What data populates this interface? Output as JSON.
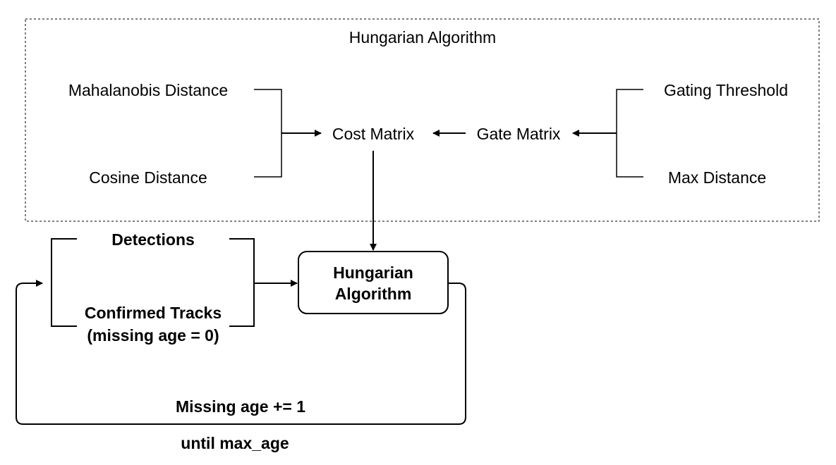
{
  "group": {
    "title": "Hungarian Algorithm"
  },
  "nodes": {
    "mahalanobis": "Mahalanobis Distance",
    "cosine": "Cosine Distance",
    "cost_matrix": "Cost Matrix",
    "gate_matrix": "Gate Matrix",
    "gating_threshold": "Gating Threshold",
    "max_distance": "Max Distance",
    "detections": "Detections",
    "confirmed_tracks_line1": "Confirmed Tracks",
    "confirmed_tracks_line2": "(missing age = 0)",
    "hungarian_line1": "Hungarian",
    "hungarian_line2": "Algorithm",
    "missing_age": "Missing age += 1",
    "until_max_age": "until max_age"
  }
}
